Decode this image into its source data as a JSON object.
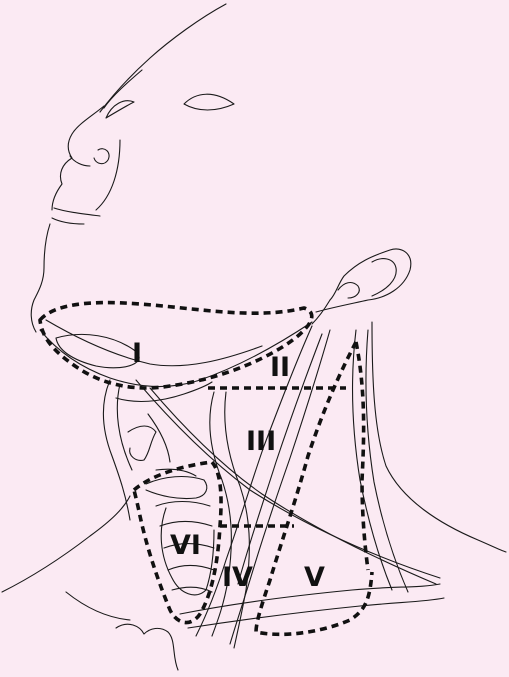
{
  "levels": [
    {
      "id": "I",
      "label": "I"
    },
    {
      "id": "II",
      "label": "II"
    },
    {
      "id": "III",
      "label": "III"
    },
    {
      "id": "IV",
      "label": "IV"
    },
    {
      "id": "V",
      "label": "V"
    },
    {
      "id": "VI",
      "label": "VI"
    }
  ],
  "colors": {
    "background": "#fbeaf3",
    "ink": "#111111"
  }
}
